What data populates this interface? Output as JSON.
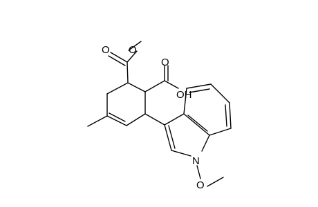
{
  "colors": {
    "bond": "#000000",
    "background": "#ffffff",
    "label": "#000000"
  },
  "atom_labels": {
    "ester_carbonyl_o": "O",
    "ester_o": "O",
    "acid_carbonyl_o": "O",
    "acid_oh": "OH",
    "indole_n": "N",
    "n_methoxy_o": "O"
  }
}
